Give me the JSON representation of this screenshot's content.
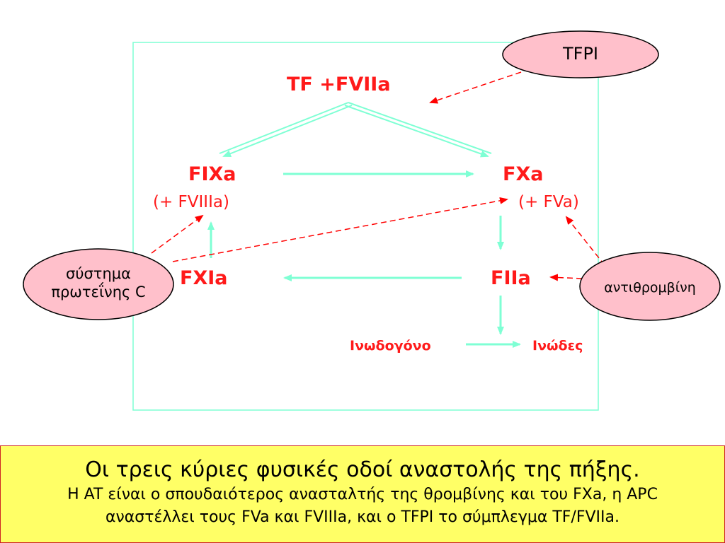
{
  "nodes": {
    "tf_fviia": "TF +FVIIa",
    "fixa": "FIXa",
    "fviiia": "(+ FVIIIa)",
    "fxa": "FXa",
    "fva": "(+ FVa)",
    "fxia": "FXIa",
    "fiia": "FIIa",
    "fibrinogen": "Ινωδογόνο",
    "fibrin": "Ινώδες"
  },
  "inhibitors": {
    "tfpi": "TFPI",
    "protein_c_line1": "σύστημα",
    "protein_c_line2": "πρωτεΐνης C",
    "antithrombin": "αντιθρομβίνη"
  },
  "caption": {
    "line1": "Οι τρεις κύριες φυσικές οδοί αναστολής της πήξης.",
    "line2": "Η AT είναι ο σπουδαιότερος ανασταλτής της θρομβίνης και του FXa, η APC",
    "line3": "αναστέλλει τους FVa και FVIIIa, και ο TFPI το σύμπλεγμα  TF/FVIIa."
  },
  "colors": {
    "activation_arrow": "#7fffd4",
    "inhibition_arrow": "#ff0000",
    "node_text": "#ff1a1a",
    "ellipse_fill": "#ffc0cb",
    "caption_bg": "#ffff66"
  }
}
